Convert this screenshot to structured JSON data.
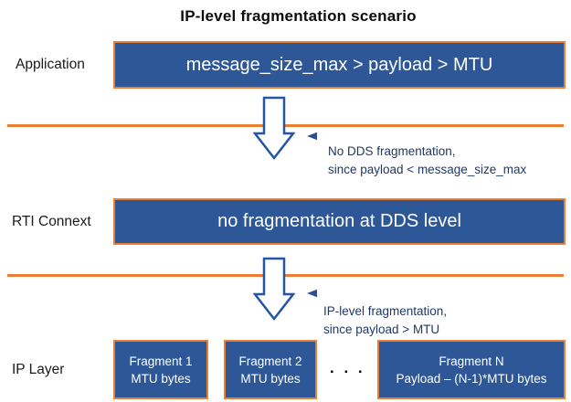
{
  "title": "IP-level fragmentation scenario",
  "layers": {
    "application": {
      "label": "Application",
      "box_text": "message_size_max > payload > MTU"
    },
    "rti_connext": {
      "label": "RTI Connext",
      "box_text": "no fragmentation at DDS level"
    },
    "ip_layer": {
      "label": "IP Layer",
      "fragments": [
        {
          "line1": "Fragment 1",
          "line2": "MTU bytes"
        },
        {
          "line1": "Fragment 2",
          "line2": "MTU bytes"
        },
        {
          "line1": "Fragment N",
          "line2": "Payload – (N-1)*MTU bytes"
        }
      ],
      "ellipsis": ". . ."
    }
  },
  "annotations": [
    {
      "line1": "No DDS fragmentation,",
      "line2": "since payload < message_size_max"
    },
    {
      "line1": "IP-level fragmentation,",
      "line2": "since payload > MTU"
    }
  ],
  "icons": {
    "down_arrow": "down-arrow-icon",
    "annotation_pointer": "left-arrow-icon"
  },
  "colors": {
    "box_fill": "#2e5797",
    "box_border": "#ed7d31",
    "divider_line": "#ed7d31",
    "arrow_outline": "#2456a6",
    "arrow_fill": "#ffffff",
    "annotation_text": "#1f3864",
    "box_text": "#ffffff",
    "title_text": "#0d0d0d"
  }
}
